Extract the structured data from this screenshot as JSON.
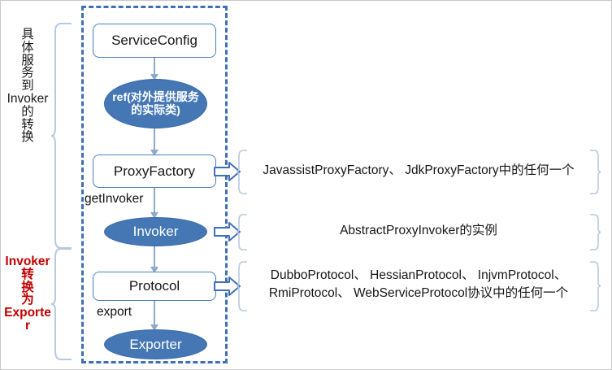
{
  "diagram": {
    "title": "Dubbo service export flow: ServiceConfig to Exporter",
    "colors": {
      "node_border": "#4a7fbf",
      "ellipse_fill": "#4477b4",
      "dashed_border": "#3f6fb5",
      "connector": "#8fa9c9",
      "brace": "#b7c9dd",
      "text_black": "#161616",
      "text_red": "#c00000",
      "background": "#ffffff"
    }
  },
  "side_labels": {
    "service_to_invoker": "具\n体\n服\n务\n到\nInvoker\n的\n转\n换",
    "invoker_to_exporter": "Invoker\n转\n换\n为\nExporter"
  },
  "flow": {
    "nodes": [
      {
        "id": "serviceconfig",
        "label": "ServiceConfig",
        "shape": "rounded-rect"
      },
      {
        "id": "ref",
        "label": "ref(对外提供服务的实际类)",
        "shape": "ellipse"
      },
      {
        "id": "proxyfactory",
        "label": "ProxyFactory",
        "shape": "rounded-rect"
      },
      {
        "id": "invoker",
        "label": "Invoker",
        "shape": "ellipse"
      },
      {
        "id": "protocol",
        "label": "Protocol",
        "shape": "rounded-rect"
      },
      {
        "id": "exporter",
        "label": "Exporter",
        "shape": "ellipse"
      }
    ],
    "edge_labels": {
      "get_invoker": "getInvoker",
      "export": "export"
    }
  },
  "annotations": {
    "proxyfactory": "JavassistProxyFactory、 JdkProxyFactory中的任何一个",
    "invoker": "AbstractProxyInvoker的实例",
    "protocol": "DubboProtocol、 HessianProtocol、 InjvmProtocol、\nRmiProtocol、 WebServiceProtocol协议中的任何一个"
  }
}
